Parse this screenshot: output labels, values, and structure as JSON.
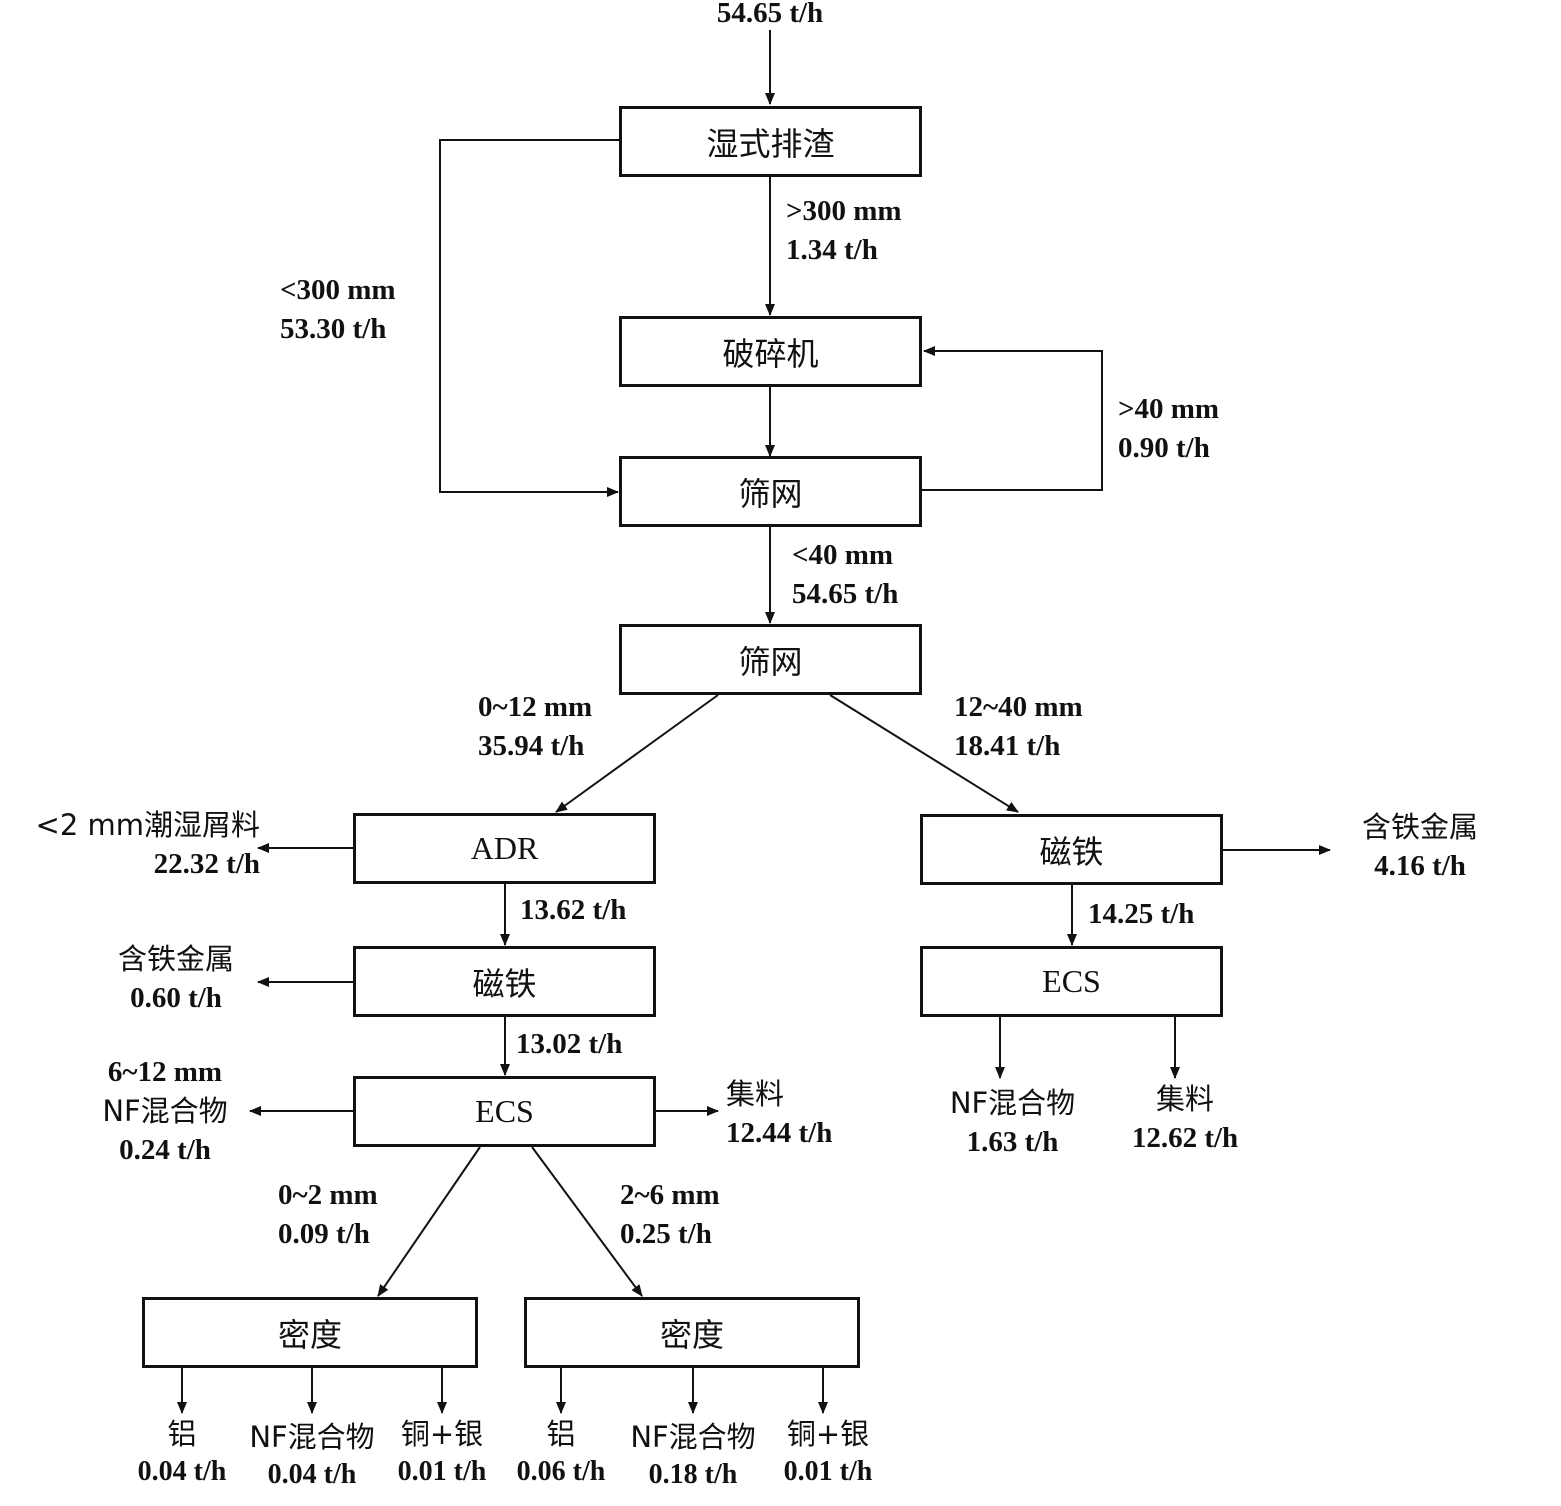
{
  "input": {
    "rate": "54.65 t/h"
  },
  "boxes": {
    "wet_discharge": "湿式排渣",
    "crusher": "破碎机",
    "screen1": "筛网",
    "screen2": "筛网",
    "adr": "ADR",
    "magnet_left": "磁铁",
    "magnet_right": "磁铁",
    "ecs_left": "ECS",
    "ecs_right": "ECS",
    "density_left": "密度",
    "density_right": "密度"
  },
  "flows": {
    "gt300": {
      "size": ">300 mm",
      "rate": "1.34 t/h"
    },
    "lt300": {
      "size": "<300 mm",
      "rate": "53.30 t/h"
    },
    "gt40": {
      "size": ">40 mm",
      "rate": "0.90 t/h"
    },
    "lt40": {
      "size": "<40 mm",
      "rate": "54.65 t/h"
    },
    "fine": {
      "size": "0~12 mm",
      "rate": "35.94 t/h"
    },
    "coarse": {
      "size": "12~40 mm",
      "rate": "18.41 t/h"
    },
    "adr_wet": {
      "name": "<2 mm潮湿屑料",
      "rate": "22.32 t/h"
    },
    "adr_to_magnet": {
      "rate": "13.62 t/h"
    },
    "magnet_left_ferrous": {
      "name": "含铁金属",
      "rate": "0.60 t/h"
    },
    "magnet_left_to_ecs": {
      "rate": "13.02 t/h"
    },
    "ecs_left_nf": {
      "size": "6~12 mm",
      "name": "NF混合物",
      "rate": "0.24 t/h"
    },
    "ecs_left_agg": {
      "name": "集料",
      "rate": "12.44 t/h"
    },
    "ecs_left_0_2": {
      "size": "0~2 mm",
      "rate": "0.09 t/h"
    },
    "ecs_left_2_6": {
      "size": "2~6 mm",
      "rate": "0.25 t/h"
    },
    "magnet_right_ferrous": {
      "name": "含铁金属",
      "rate": "4.16 t/h"
    },
    "magnet_right_to_ecs": {
      "rate": "14.25 t/h"
    },
    "ecs_right_nf": {
      "name": "NF混合物",
      "rate": "1.63 t/h"
    },
    "ecs_right_agg": {
      "name": "集料",
      "rate": "12.62 t/h"
    }
  },
  "density_left_outputs": [
    {
      "name": "铝",
      "rate": "0.04 t/h"
    },
    {
      "name": "NF混合物",
      "rate": "0.04 t/h"
    },
    {
      "name": "铜+银",
      "rate": "0.01 t/h"
    }
  ],
  "density_right_outputs": [
    {
      "name": "铝",
      "rate": "0.06 t/h"
    },
    {
      "name": "NF混合物",
      "rate": "0.18 t/h"
    },
    {
      "name": "铜+银",
      "rate": "0.01 t/h"
    }
  ]
}
